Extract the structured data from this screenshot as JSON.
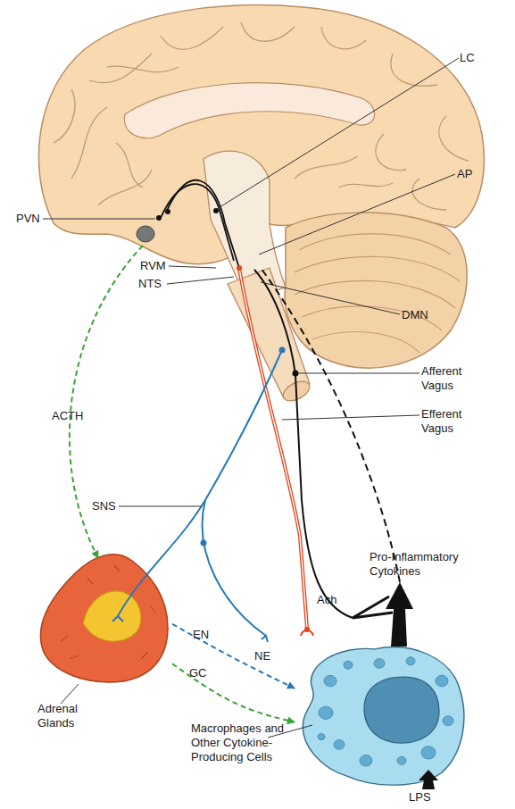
{
  "diagram": {
    "nodes": [
      {
        "text": [
          "Adrenal Glands"
        ]
      },
      {
        "text": [
          "Macrophages and Other Cytokine-Producing Cells"
        ]
      }
    ],
    "edges": [
      {
        "from": 0,
        "to": 1,
        "label": "GC",
        "arrow": "to"
      },
      {
        "from": 0,
        "to": 1,
        "label": "EN",
        "arrow": "to"
      }
    ],
    "labels": [
      "PVN",
      "LC",
      "AP",
      "RVM",
      "NTS",
      "DMN",
      "ACTH",
      "SNS",
      "Afferent Vagus",
      "Efferent Vagus",
      "Pro-Inflammatory Cytokines",
      "Ach",
      "NE",
      "LPS"
    ]
  }
}
